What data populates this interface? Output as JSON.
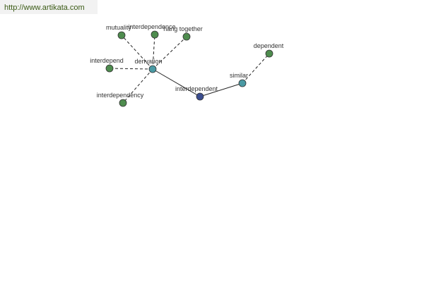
{
  "header": {
    "url_text": "http://www.artikata.com"
  },
  "colors": {
    "synonym_node": "#4e8c4e",
    "relation_node": "#4a9aa4",
    "center_node": "#3b4d8f",
    "url_text": "#3a5a14"
  },
  "graph": {
    "nodes": [
      {
        "id": "interdependent",
        "label": "interdependent",
        "kind": "center"
      },
      {
        "id": "derivation",
        "label": "derivation",
        "kind": "relation"
      },
      {
        "id": "similar",
        "label": "similar",
        "kind": "relation"
      },
      {
        "id": "dependent",
        "label": "dependent",
        "kind": "synonym"
      },
      {
        "id": "mutuality",
        "label": "mutuality",
        "kind": "synonym"
      },
      {
        "id": "interdependence",
        "label": "interdependence",
        "kind": "synonym"
      },
      {
        "id": "hang-together",
        "label": "hang together",
        "kind": "synonym"
      },
      {
        "id": "interdepend",
        "label": "interdepend",
        "kind": "synonym"
      },
      {
        "id": "interdependency",
        "label": "interdependency",
        "kind": "synonym"
      }
    ],
    "edges": [
      {
        "from": "interdependent",
        "to": "derivation",
        "style": "solid"
      },
      {
        "from": "interdependent",
        "to": "similar",
        "style": "solid"
      },
      {
        "from": "similar",
        "to": "dependent",
        "style": "dashed"
      },
      {
        "from": "derivation",
        "to": "mutuality",
        "style": "dashed"
      },
      {
        "from": "derivation",
        "to": "interdependence",
        "style": "dashed"
      },
      {
        "from": "derivation",
        "to": "hang-together",
        "style": "dashed"
      },
      {
        "from": "derivation",
        "to": "interdepend",
        "style": "dashed"
      },
      {
        "from": "derivation",
        "to": "interdependency",
        "style": "dashed"
      }
    ]
  }
}
